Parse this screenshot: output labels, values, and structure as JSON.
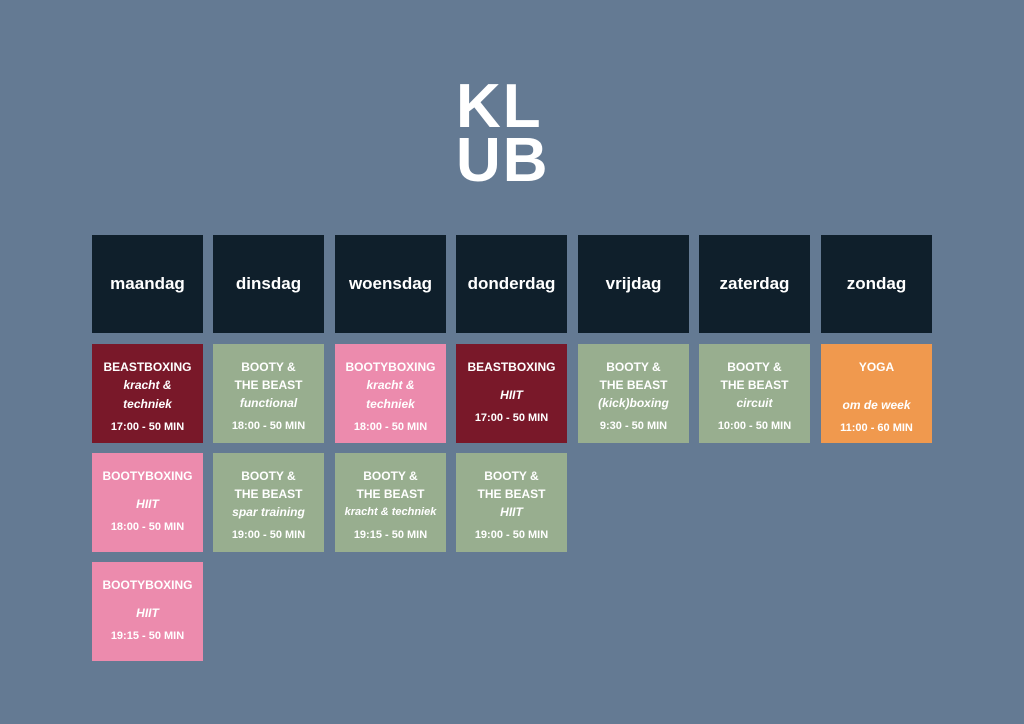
{
  "logo": {
    "line1": "KL",
    "line2": "UB"
  },
  "days": [
    "maandag",
    "dinsdag",
    "woensdag",
    "donderdag",
    "vrijdag",
    "zaterdag",
    "zondag"
  ],
  "colors": {
    "background": "#647a93",
    "header": "#0f1f2b",
    "maroon": "#791829",
    "green": "#98ae8f",
    "pink": "#ec8bad",
    "orange": "#f0994e"
  },
  "classes": {
    "mon1": {
      "name": "BEASTBOXING",
      "sub": "kracht &\ntechniek",
      "time": "17:00 - 50 MIN"
    },
    "mon2": {
      "name": "BOOTYBOXING",
      "sub": "HIIT",
      "time": "18:00 - 50 MIN"
    },
    "mon3": {
      "name": "BOOTYBOXING",
      "sub": "HIIT",
      "time": "19:15 - 50 MIN"
    },
    "tue1": {
      "name": "BOOTY &\nTHE BEAST",
      "sub": "functional",
      "time": "18:00 - 50 MIN"
    },
    "tue2": {
      "name": "BOOTY &\nTHE BEAST",
      "sub": "spar training",
      "time": "19:00 - 50 MIN"
    },
    "wed1": {
      "name": "BOOTYBOXING",
      "sub": "kracht &\ntechniek",
      "time": "18:00 - 50 MIN"
    },
    "wed2": {
      "name": "BOOTY &\nTHE BEAST",
      "sub": "kracht & techniek",
      "time": "19:15 - 50 MIN"
    },
    "thu1": {
      "name": "BEASTBOXING",
      "sub": "HIIT",
      "time": "17:00 - 50 MIN"
    },
    "thu2": {
      "name": "BOOTY &\nTHE BEAST",
      "sub": "HIIT",
      "time": "19:00 - 50 MIN"
    },
    "fri1": {
      "name": "BOOTY &\nTHE BEAST",
      "sub": "(kick)boxing",
      "time": "9:30 - 50 MIN"
    },
    "sat1": {
      "name": "BOOTY &\nTHE BEAST",
      "sub": "circuit",
      "time": "10:00 - 50 MIN"
    },
    "sun1": {
      "name": "YOGA",
      "sub": "om de week",
      "time": "11:00 - 60 MIN"
    }
  }
}
